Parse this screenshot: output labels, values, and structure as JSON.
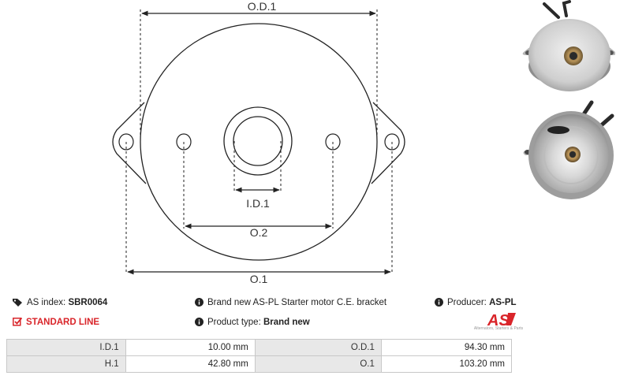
{
  "drawing": {
    "od1_label": "O.D.1",
    "id1_label": "I.D.1",
    "o2_label": "O.2",
    "o1_label": "O.1"
  },
  "info": {
    "as_index_label": "AS index:",
    "as_index_value": "SBR0064",
    "standard_line": "STANDARD LINE",
    "description": "Brand new AS-PL Starter motor C.E. bracket",
    "product_type_label": "Product type:",
    "product_type_value": "Brand new",
    "producer_label": "Producer:",
    "producer_value": "AS-PL"
  },
  "logo": {
    "text": "AS",
    "subtext": "Alternators, Starters & Parts"
  },
  "specs": [
    {
      "label1": "I.D.1",
      "value1": "10.00 mm",
      "label2": "O.D.1",
      "value2": "94.30 mm"
    },
    {
      "label1": "H.1",
      "value1": "42.80 mm",
      "label2": "O.1",
      "value2": "103.20 mm"
    }
  ],
  "colors": {
    "accent_red": "#d9252a",
    "line": "#222222",
    "table_label_bg": "#e8e8e8"
  }
}
